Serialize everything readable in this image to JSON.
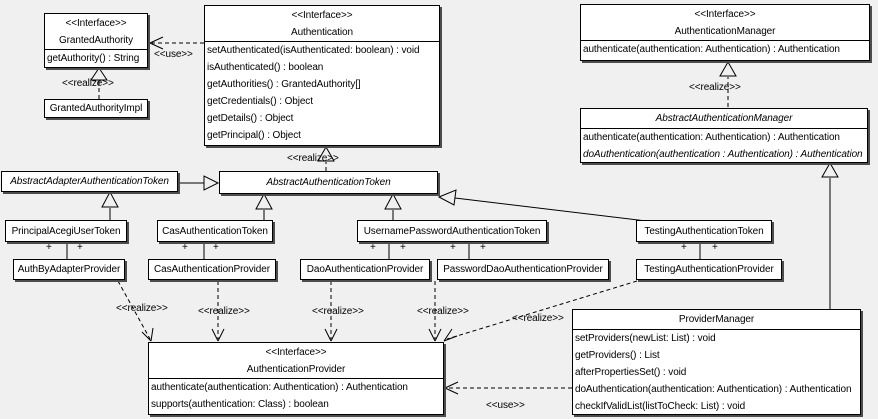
{
  "colors": {
    "bg": "#f0f0f0",
    "fill": "#ffffff",
    "line": "#000000",
    "shadow": "#4d4d4d"
  },
  "labels": {
    "use": "<<use>>",
    "realize": "<<realize>>",
    "plus": "+"
  },
  "classes": {
    "granted_authority": {
      "stereotype": "<<Interface>>",
      "name": "GrantedAuthority",
      "methods": [
        "getAuthority() : String"
      ]
    },
    "granted_authority_impl": {
      "name": "GrantedAuthorityImpl"
    },
    "authentication": {
      "stereotype": "<<Interface>>",
      "name": "Authentication",
      "methods": [
        "setAuthenticated(isAuthenticated: boolean) : void",
        "isAuthenticated() : boolean",
        "getAuthorities() : GrantedAuthority[]",
        "getCredentials() : Object",
        "getDetails() : Object",
        "getPrincipal() : Object"
      ]
    },
    "authentication_manager": {
      "stereotype": "<<Interface>>",
      "name": "AuthenticationManager",
      "methods": [
        "authenticate(authentication: Authentication) : Authentication"
      ]
    },
    "abstract_authentication_manager": {
      "name": "AbstractAuthenticationManager",
      "methods": [
        "authenticate(authentication: Authentication) : Authentication",
        "doAuthentication(authentication : Authentication) : Authentication"
      ]
    },
    "abstract_adapter_authentication_token": {
      "name": "AbstractAdapterAuthenticationToken"
    },
    "abstract_authentication_token": {
      "name": "AbstractAuthenticationToken"
    },
    "principal_acegi_user_token": {
      "name": "PrincipalAcegiUserToken"
    },
    "cas_authentication_token": {
      "name": "CasAuthenticationToken"
    },
    "username_password_authentication_token": {
      "name": "UsernamePasswordAuthenticationToken"
    },
    "testing_authentication_token": {
      "name": "TestingAuthenticationToken"
    },
    "auth_by_adapter_provider": {
      "name": "AuthByAdapterProvider"
    },
    "cas_authentication_provider": {
      "name": "CasAuthenticationProvider"
    },
    "dao_authentication_provider": {
      "name": "DaoAuthenticationProvider"
    },
    "password_dao_authentication_provider": {
      "name": "PasswordDaoAuthenticationProvider"
    },
    "testing_authentication_provider": {
      "name": "TestingAuthenticationProvider"
    },
    "authentication_provider": {
      "stereotype": "<<Interface>>",
      "name": "AuthenticationProvider",
      "methods": [
        "authenticate(authentication: Authentication) : Authentication",
        "supports(authentication: Class) : boolean"
      ]
    },
    "provider_manager": {
      "name": "ProviderManager",
      "methods": [
        "setProviders(newList: List) : void",
        "getProviders() : List",
        "afterPropertiesSet() : void",
        "doAuthentication(authentication: Authentication) : Authentication",
        "checkIfValidList(listToCheck: List) : void"
      ]
    }
  }
}
